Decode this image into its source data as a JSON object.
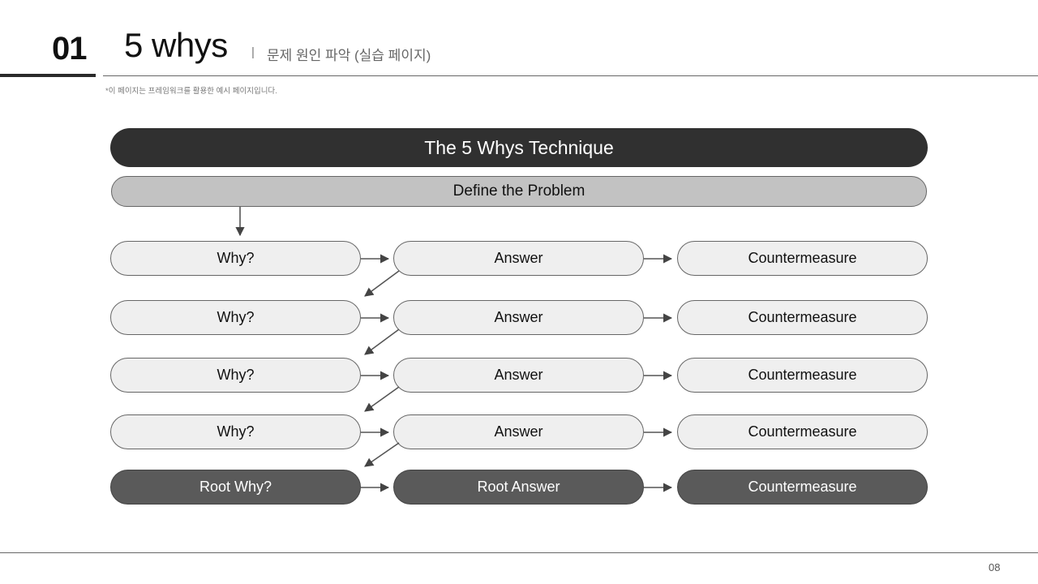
{
  "header": {
    "section_number": "01",
    "title": "5 whys",
    "separator": "|",
    "subtitle": "문제 원인 파악 (실습 페이지)",
    "note": "*이 페이지는 프레임워크를 활용한 예시 페이지입니다."
  },
  "diagram": {
    "title": "The 5 Whys Technique",
    "problem": "Define the Problem",
    "rows": [
      {
        "why": "Why?",
        "answer": "Answer",
        "countermeasure": "Countermeasure",
        "root": false
      },
      {
        "why": "Why?",
        "answer": "Answer",
        "countermeasure": "Countermeasure",
        "root": false
      },
      {
        "why": "Why?",
        "answer": "Answer",
        "countermeasure": "Countermeasure",
        "root": false
      },
      {
        "why": "Why?",
        "answer": "Answer",
        "countermeasure": "Countermeasure",
        "root": false
      },
      {
        "why": "Root Why?",
        "answer": "Root Answer",
        "countermeasure": "Countermeasure",
        "root": true
      }
    ],
    "colors": {
      "title_bar": "#303030",
      "problem_bar": "#c2c2c2",
      "pill_light": "#efefef",
      "pill_dark": "#5a5a5a",
      "arrow": "#555555"
    }
  },
  "footer": {
    "page_number": "08"
  }
}
